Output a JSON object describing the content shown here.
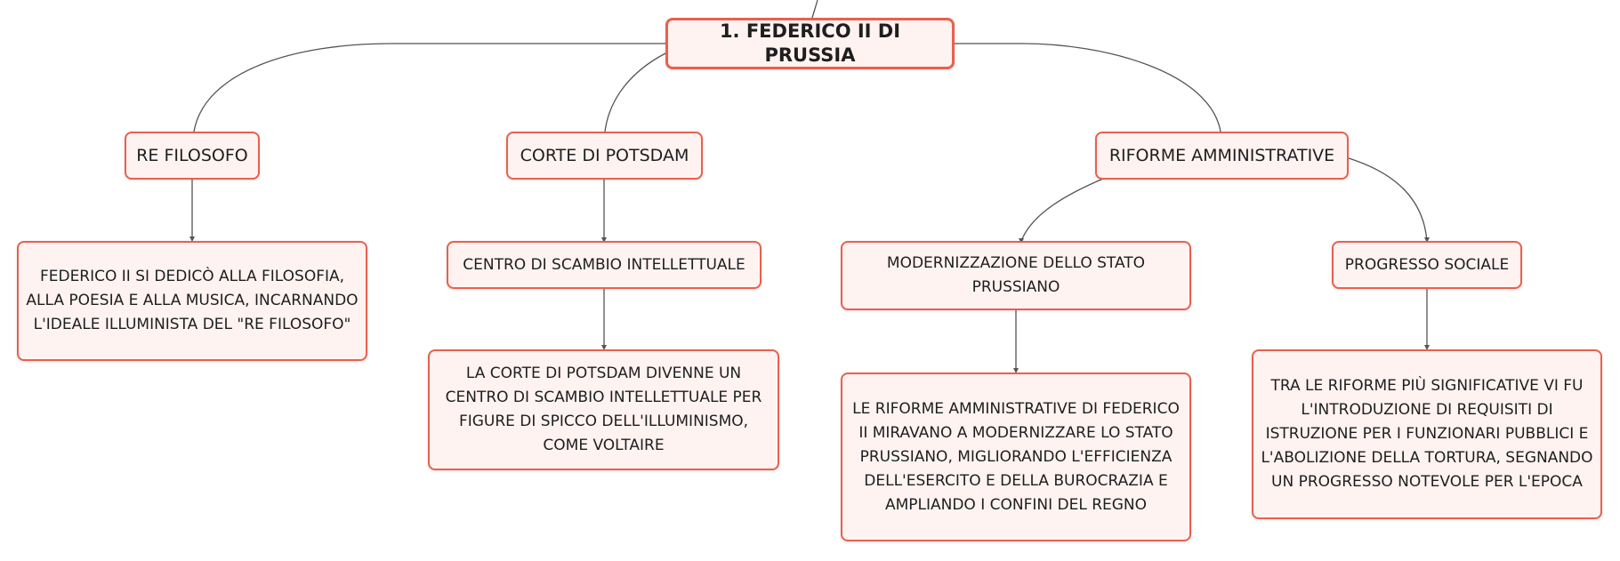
{
  "colors": {
    "node_border": "#e9604e",
    "node_fill": "#fff3f1",
    "connector": "#555555",
    "text": "#1e1e1e"
  },
  "root": {
    "label": "1. FEDERICO II DI PRUSSIA"
  },
  "branches": {
    "re_filosofo": {
      "label": "RE FILOSOFO",
      "detail": "FEDERICO II SI DEDICÒ ALLA FILOSOFIA, ALLA POESIA E ALLA MUSICA, INCARNANDO L'IDEALE ILLUMINISTA DEL \"RE FILOSOFO\""
    },
    "corte_potsdam": {
      "label": "CORTE DI POTSDAM",
      "sub": "CENTRO DI SCAMBIO INTELLETTUALE",
      "detail": "LA CORTE DI POTSDAM DIVENNE UN CENTRO DI SCAMBIO INTELLETTUALE PER FIGURE DI SPICCO DELL'ILLUMINISMO, COME VOLTAIRE"
    },
    "riforme": {
      "label": "RIFORME AMMINISTRATIVE",
      "modernizzazione": {
        "label": "MODERNIZZAZIONE DELLO STATO PRUSSIANO",
        "detail": "LE RIFORME AMMINISTRATIVE DI FEDERICO II MIRAVANO A MODERNIZZARE LO STATO PRUSSIANO, MIGLIORANDO L'EFFICIENZA DELL'ESERCITO E DELLA BUROCRAZIA E AMPLIANDO I CONFINI DEL REGNO"
      },
      "progresso": {
        "label": "PROGRESSO SOCIALE",
        "detail": "TRA LE RIFORME PIÙ SIGNIFICATIVE VI FU L'INTRODUZIONE DI REQUISITI DI ISTRUZIONE PER I FUNZIONARI PUBBLICI E L'ABOLIZIONE DELLA TORTURA, SEGNANDO UN PROGRESSO NOTEVOLE PER L'EPOCA"
      }
    }
  }
}
